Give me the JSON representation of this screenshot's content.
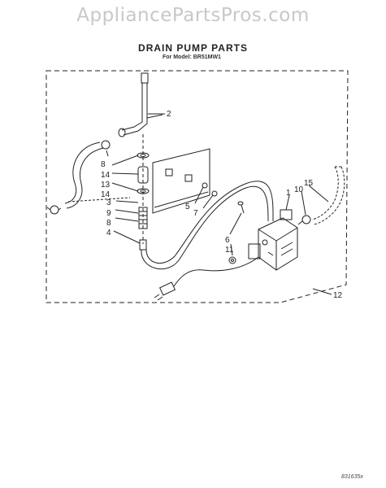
{
  "watermark": "AppliancePartsPros.com",
  "title": "DRAIN PUMP PARTS",
  "subtitle": "For Model: BR51MW1",
  "doc_code": "831635x",
  "callouts": {
    "c1": "1",
    "c2": "2",
    "c3": "3",
    "c4": "4",
    "c5": "5",
    "c6": "6",
    "c7": "7",
    "c8a": "8",
    "c8b": "8",
    "c9": "9",
    "c10": "10",
    "c11": "11",
    "c12": "12",
    "c13": "13",
    "c14a": "14",
    "c14b": "14",
    "c15": "15"
  },
  "colors": {
    "ink": "#222222",
    "watermark": "#c8c8c8"
  }
}
